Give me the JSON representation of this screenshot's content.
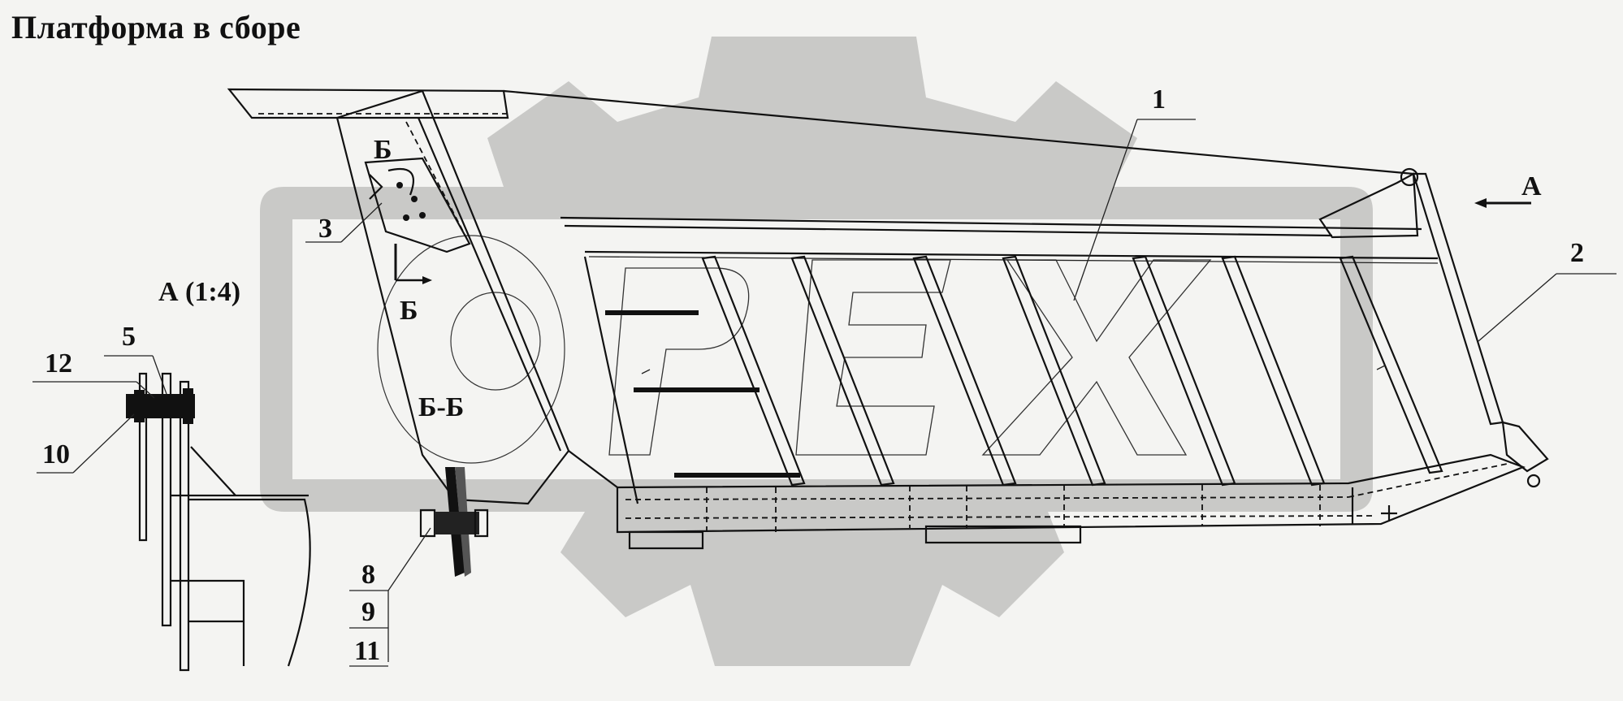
{
  "title": "Платформа в сборе",
  "watermark": "OREX",
  "view_labels": {
    "view_a_arrow": "А",
    "view_a_detail": "А (1:4)",
    "section_top": "Б",
    "section_bottom": "Б",
    "section_bb": "Б-Б"
  },
  "callouts": {
    "c1": "1",
    "c2": "2",
    "c3": "3",
    "c5": "5",
    "c8": "8",
    "c9": "9",
    "c10": "10",
    "c11": "11",
    "c12": "12"
  },
  "colors": {
    "line": "#111111",
    "watermark": "#c9c9c7",
    "background": "#f4f4f2"
  }
}
